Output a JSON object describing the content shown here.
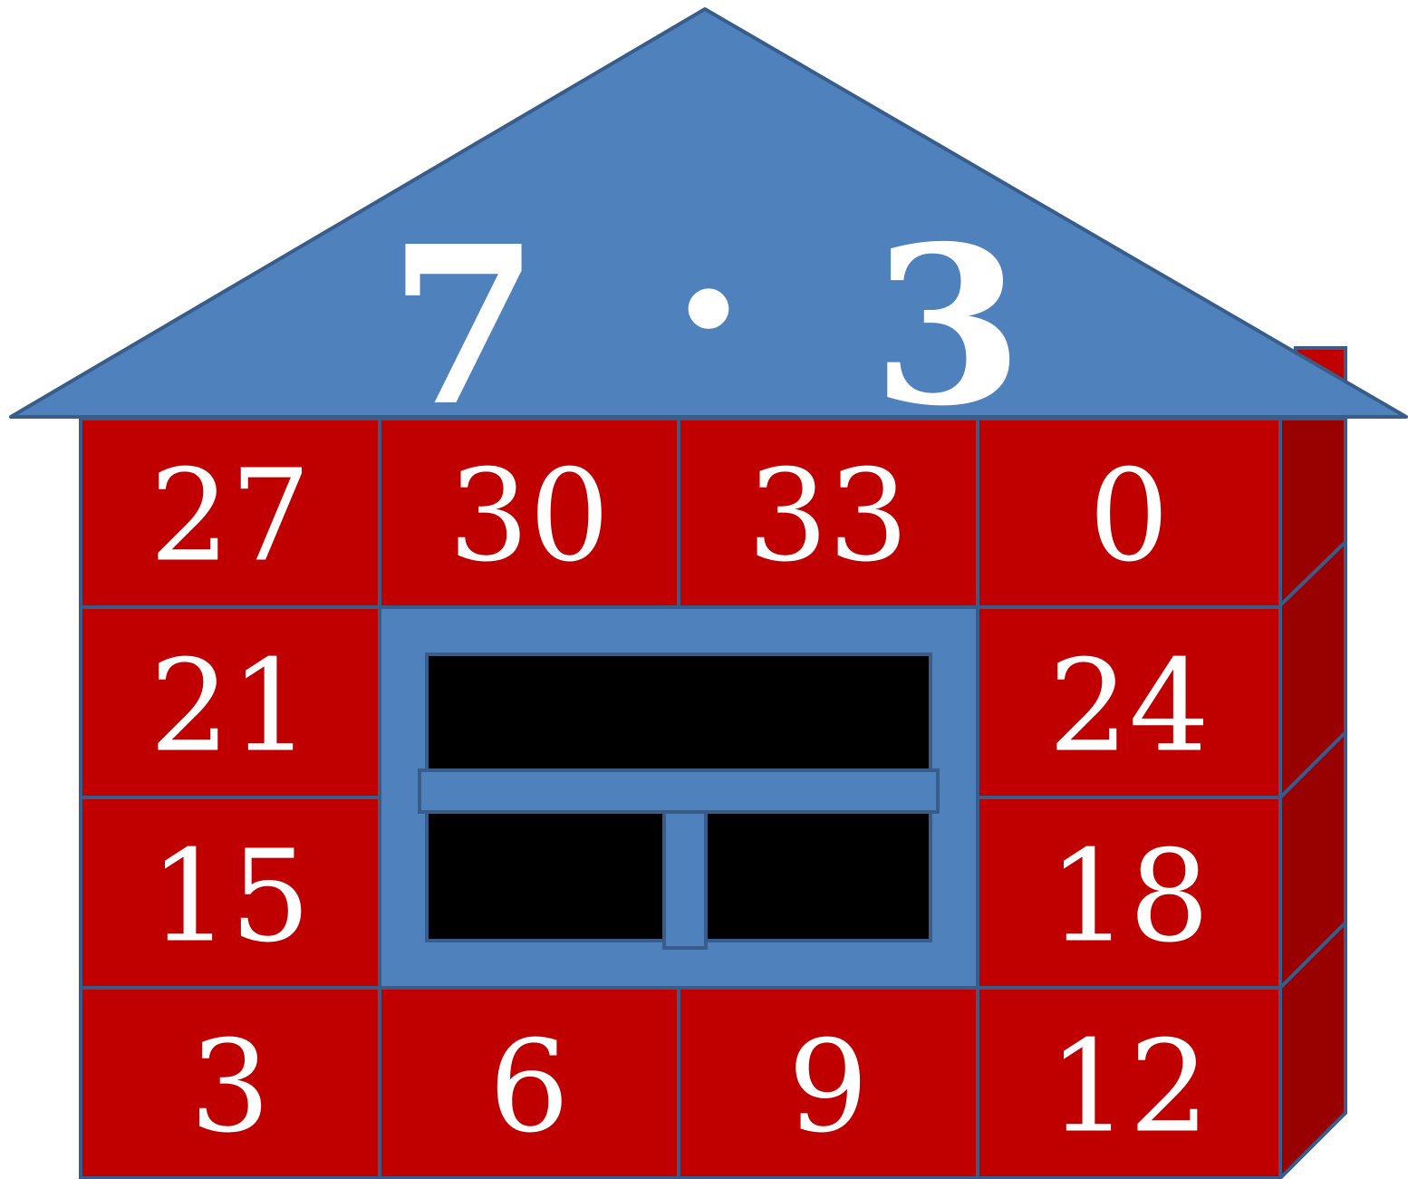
{
  "colors": {
    "wall_red": "#c00000",
    "wall_side_dark": "#990000",
    "roof_blue": "#4f81bd",
    "outline": "#385d8a",
    "window_glass": "#000000",
    "text": "#ffffff"
  },
  "roof": {
    "left_factor": "7",
    "operator": "·",
    "right_factor": "3"
  },
  "grid": {
    "row1": [
      "27",
      "30",
      "33",
      "0"
    ],
    "row2": [
      "21",
      "24"
    ],
    "row3": [
      "15",
      "18"
    ],
    "row4": [
      "3",
      "6",
      "9",
      "12"
    ]
  },
  "window": {
    "icon": "window-icon"
  }
}
